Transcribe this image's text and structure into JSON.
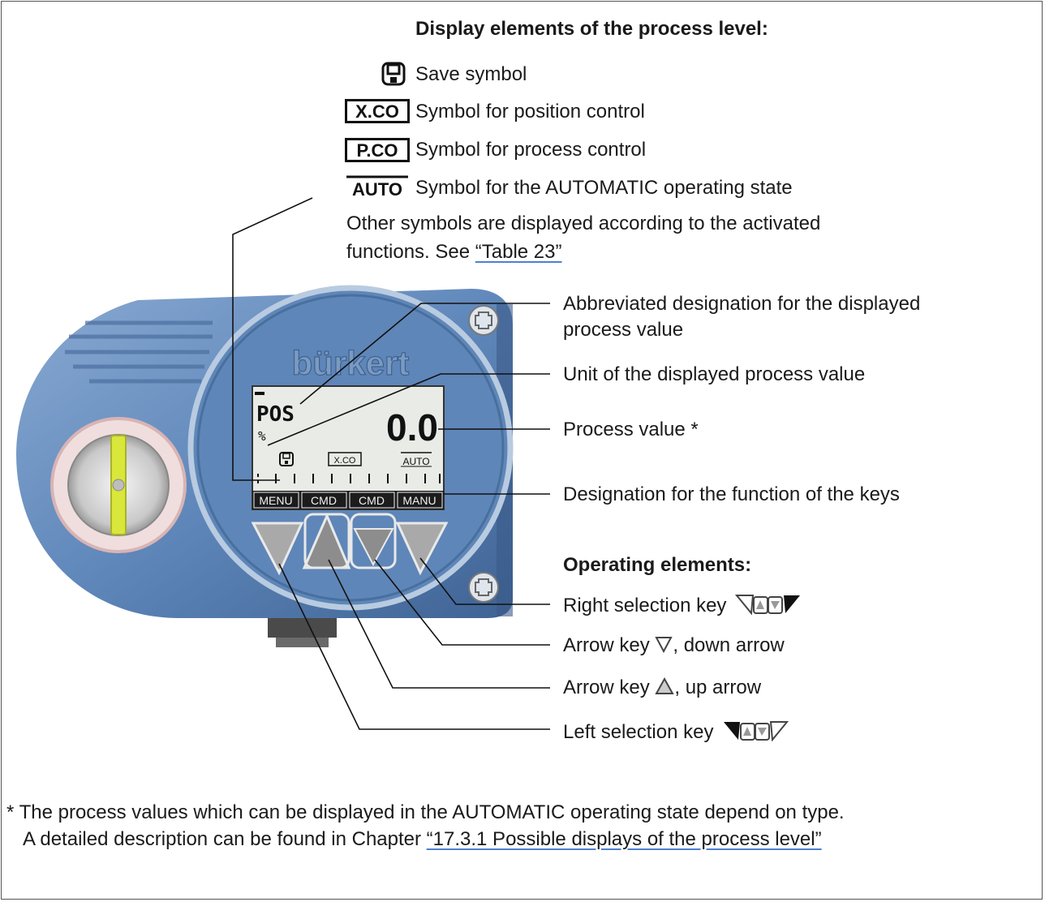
{
  "display_header": "Display elements of the process level:",
  "legend": [
    {
      "icon": "save-icon",
      "label": "Save symbol"
    },
    {
      "icon": "position-control-icon",
      "label": "Symbol for position control",
      "symbol_text": "X.CO"
    },
    {
      "icon": "process-control-icon",
      "label": "Symbol for process control",
      "symbol_text": "P.CO"
    },
    {
      "icon": "automatic-state-icon",
      "label": "Symbol for the AUTOMATIC operating state",
      "symbol_text": "AUTO"
    }
  ],
  "other_symbols_note": {
    "line1": "Other symbols are displayed according to the activated",
    "line2_prefix": "functions. See ",
    "link": "“Table 23”"
  },
  "callouts": {
    "abbrev_line1": "Abbreviated designation for the displayed",
    "abbrev_line2": "process value",
    "unit": "Unit of the displayed process value",
    "process_value": "Process value *",
    "key_function": "Designation for the function of the keys"
  },
  "operating_header": "Operating elements:",
  "keys": {
    "right_selection": "Right selection key",
    "arrow_down": "Arrow key",
    "arrow_down_suffix": ", down arrow",
    "arrow_up": "Arrow key",
    "arrow_up_suffix": ", up arrow",
    "left_selection": "Left selection key"
  },
  "device": {
    "brand": "bürkert",
    "designation": "POS",
    "unit": "%",
    "value": "0.0",
    "symbols": [
      "X.CO",
      "AUTO"
    ],
    "softkeys": [
      "MENU",
      "CMD",
      "CMD",
      "MANU"
    ]
  },
  "footnote": {
    "line1": "* The process values which can be displayed in the AUTOMATIC operating state depend on type.",
    "line2_prefix": "A detailed description can be found in Chapter ",
    "link": "“17.3.1 Possible displays of the process level”"
  },
  "colors": {
    "housing": "#5f86b8",
    "housing_dark": "#3f6394",
    "lcd": "#e9ebe6",
    "accent_link": "#4f7fd0"
  }
}
